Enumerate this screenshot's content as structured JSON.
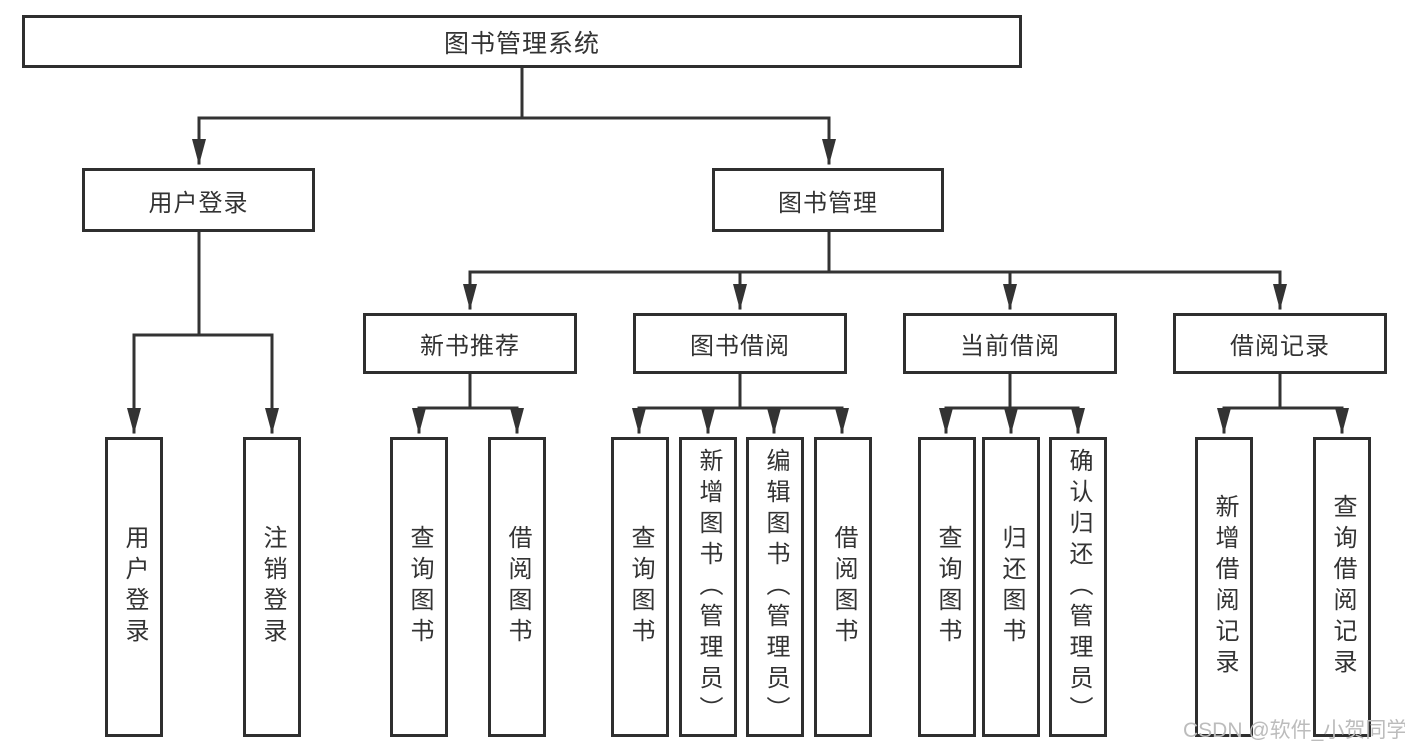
{
  "diagram": {
    "root": {
      "label": "图书管理系统"
    },
    "level2": [
      {
        "label": "用户登录"
      },
      {
        "label": "图书管理"
      }
    ],
    "level3": [
      {
        "label": "新书推荐",
        "parent": "图书管理"
      },
      {
        "label": "图书借阅",
        "parent": "图书管理"
      },
      {
        "label": "当前借阅",
        "parent": "图书管理"
      },
      {
        "label": "借阅记录",
        "parent": "图书管理"
      }
    ],
    "leaves": [
      {
        "label": "用户登录",
        "parent": "用户登录"
      },
      {
        "label": "注销登录",
        "parent": "用户登录"
      },
      {
        "label": "查询图书",
        "parent": "新书推荐"
      },
      {
        "label": "借阅图书",
        "parent": "新书推荐"
      },
      {
        "label": "查询图书",
        "parent": "图书借阅"
      },
      {
        "label": "新增图书（管理员）",
        "parent": "图书借阅"
      },
      {
        "label": "编辑图书（管理员）",
        "parent": "图书借阅"
      },
      {
        "label": "借阅图书",
        "parent": "图书借阅"
      },
      {
        "label": "查询图书",
        "parent": "当前借阅"
      },
      {
        "label": "归还图书",
        "parent": "当前借阅"
      },
      {
        "label": "确认归还（管理员）",
        "parent": "当前借阅"
      },
      {
        "label": "新增借阅记录",
        "parent": "借阅记录"
      },
      {
        "label": "查询借阅记录",
        "parent": "借阅记录"
      }
    ]
  },
  "watermark": {
    "text": "CSDN @软件_小贺同学"
  },
  "colors": {
    "line": "#333333",
    "border": "#2f2f2f",
    "text": "#333333",
    "background": "#ffffff",
    "watermark": "#bcbcbc"
  }
}
